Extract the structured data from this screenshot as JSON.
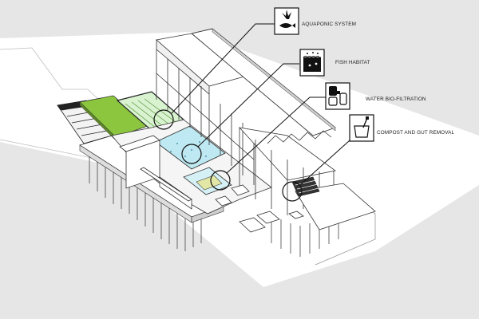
{
  "annotations": [
    {
      "id": "aquaponic",
      "text": "AQUAPONIC SYSTEM",
      "icon": "plant-and-fish-icon"
    },
    {
      "id": "fish-habitat",
      "text": "FISH HABITAT",
      "icon": "fish-tank-icon"
    },
    {
      "id": "bio-filtration",
      "text": "WATER BIO-FILTRATION",
      "icon": "filtration-tank-icon"
    },
    {
      "id": "compost",
      "text": "COMPOST AND GUT REMOVAL",
      "icon": "compost-bin-icon"
    }
  ],
  "colors": {
    "background": "#e6e6e6",
    "site": "#ffffff",
    "grass": "#8cc63f",
    "water": "#bfe9f2",
    "line": "#222222"
  }
}
